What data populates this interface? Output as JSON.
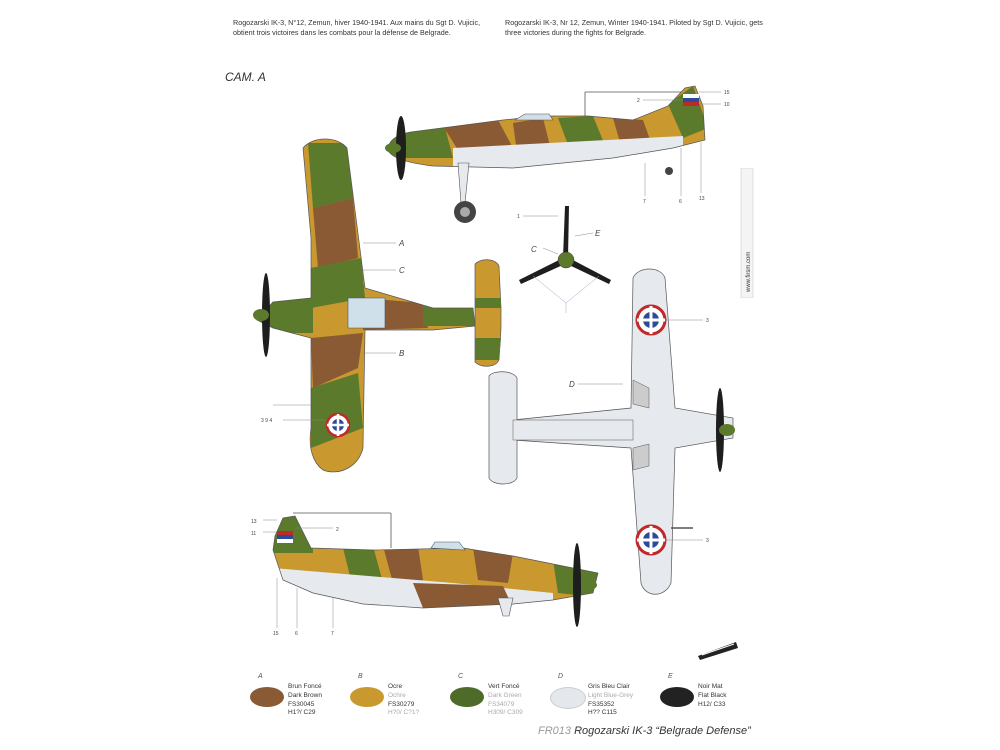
{
  "header": {
    "fr_text": "Rogozarski IK-3, N°12, Zemun, hiver 1940-1941. Aux mains du Sgt D. Vujicic, obtient trois victoires dans les combats pour la défense de Belgrade.",
    "en_text": "Rogozarski IK-3, Nr 12, Zemun, Winter 1940-1941. Piloted by Sgt D. Vujicic, gets three victories during the fights for Belgrade."
  },
  "camo_label": "CAM. A",
  "callouts": {
    "top_A": "A",
    "top_C": "C",
    "top_B": "B",
    "prop_C": "C",
    "prop_E": "E",
    "under_D": "D",
    "wing_mark": "3 9 4",
    "n15": "15",
    "n2": "2",
    "n10": "10",
    "n1": "1",
    "n13": "13",
    "n7": "7",
    "n6": "6",
    "n3a": "3",
    "n3b": "3",
    "b13": "13",
    "b11": "11",
    "b2": "2",
    "b15": "15",
    "b6": "6",
    "b7": "7"
  },
  "side_note": "www.firsm.com",
  "swatches": [
    {
      "letter": "A",
      "fr": "Brun Foncé",
      "en": "Dark Brown",
      "fs": "FS30045",
      "h": "H1?/ C29",
      "color": "#8a5a34"
    },
    {
      "letter": "B",
      "fr": "Ocre",
      "en": "Ochre",
      "fs": "FS30279",
      "h": "H?0/ C?1?",
      "color": "#c9982f"
    },
    {
      "letter": "C",
      "fr": "Vert Foncé",
      "en": "Dark Green",
      "fs": "FS34079",
      "h": "H309/ C309",
      "color": "#4f6b2a"
    },
    {
      "letter": "D",
      "fr": "Gris Bleu Clair",
      "en": "Light Blue-Grey",
      "fs": "FS35352",
      "h": "H?? C115",
      "color": "#e4e8ec"
    },
    {
      "letter": "E",
      "fr": "Noir Mat",
      "en": "Flat Black",
      "fs": "",
      "h": "H12/ C33",
      "color": "#222222"
    }
  ],
  "footer": {
    "code": "FR013",
    "title": "Rogozarski IK-3 “Belgrade Defense”"
  },
  "colors": {
    "brown": "#8a5a34",
    "ochre": "#c9982f",
    "green": "#5b7a2c",
    "grey": "#e6e9ed",
    "black": "#1e1e1e"
  }
}
